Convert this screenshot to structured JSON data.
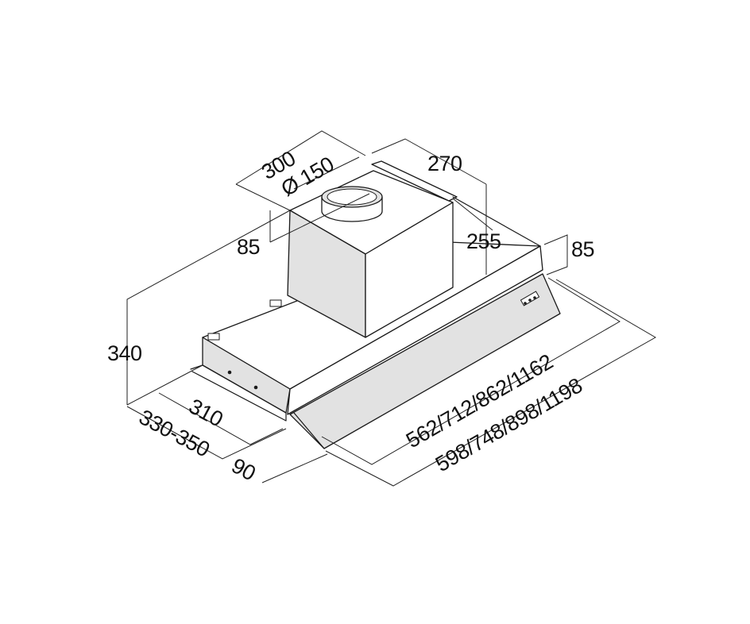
{
  "dimensions": {
    "width_top": "300",
    "duct_diameter": "Ø 150",
    "depth_top": "270",
    "duct_offset": "85",
    "body_depth": "255",
    "visor_height": "85",
    "total_height": "340",
    "cutout_depth": "310",
    "install_depth": "330-350",
    "front_depth": "90",
    "cutout_widths": "562/712/862/1162",
    "total_widths": "598/748/898/1198"
  },
  "colors": {
    "line": "#1a1a1a",
    "background": "#ffffff"
  }
}
